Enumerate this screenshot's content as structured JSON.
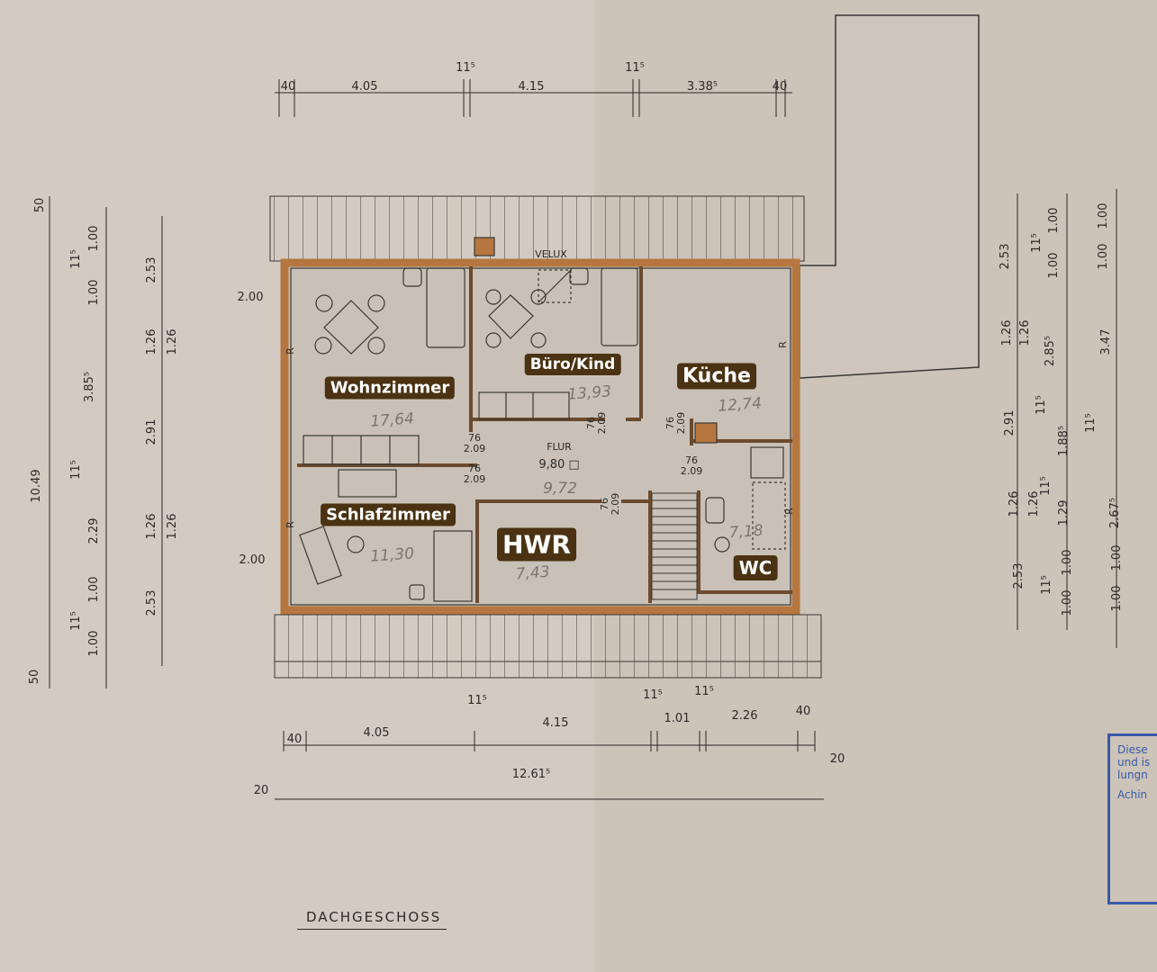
{
  "title": "DACHGESCHOSS",
  "rooms": [
    {
      "name": "Wohnzimmer",
      "area": "17,64"
    },
    {
      "name": "Büro/Kind",
      "area": "13,93"
    },
    {
      "name": "Küche",
      "area": "12,74"
    },
    {
      "name": "Schlafzimmer",
      "area": "11,30"
    },
    {
      "name": "HWR",
      "area": "7,43"
    },
    {
      "name": "WC",
      "area": "7,18"
    }
  ],
  "hallway": {
    "name": "FLUR",
    "printed_area": "9,80 □",
    "area": "9,72"
  },
  "door_dims": [
    "76",
    "2.09"
  ],
  "window_mark": "R",
  "skylight_label": "VELUX",
  "dims": {
    "top": [
      "40",
      "4.05",
      "11⁵",
      "4.15",
      "11⁵",
      "3.38⁵",
      "40"
    ],
    "bottom": [
      "40",
      "4.05",
      "11⁵",
      "4.15",
      "11⁵",
      "1.01",
      "11⁵",
      "2.26",
      "40",
      "12.61⁵",
      "20",
      "20"
    ],
    "left": [
      "10.49",
      "50",
      "50",
      "1.00",
      "11⁵",
      "1.00",
      "3.85⁵",
      "11⁵",
      "2.29",
      "1.00",
      "11⁵",
      "1.00",
      "2.53",
      "1.26",
      "2.91",
      "1.26",
      "2.53",
      "1.26",
      "1.26",
      "2.00",
      "2.00"
    ],
    "right": [
      "2.53",
      "11⁵",
      "1.00",
      "1.00",
      "1.26",
      "1.26",
      "2.85⁵",
      "3.47",
      "1.00",
      "1.00",
      "2.91",
      "11⁵",
      "1.88⁵",
      "11⁵",
      "1.29",
      "1.26",
      "1.26",
      "11⁵",
      "2.67⁵",
      "2.53",
      "11⁵",
      "1.00",
      "1.00",
      "1.00",
      "1.00"
    ]
  },
  "stamp_lines": [
    "Diese",
    "und is",
    "lungn",
    "Achin"
  ],
  "colors": {
    "paper": "#cfc6bc",
    "wall": "#b5773f",
    "label_bg": "#4a3212",
    "stamp": "#3a5aa8"
  }
}
